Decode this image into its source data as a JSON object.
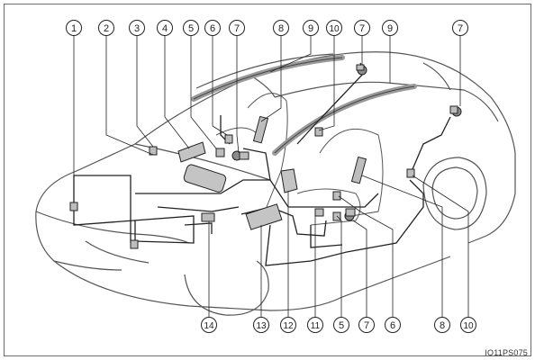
{
  "figure_code": "IO11PS075",
  "colors": {
    "line": "#333333",
    "component_fill": "#bdbdbd",
    "component_dark": "#8c8c8c",
    "body_outline": "#555555",
    "frame": "#6a6a6a"
  },
  "callouts": {
    "top": [
      "1",
      "2",
      "3",
      "4",
      "5",
      "6",
      "7",
      "8",
      "9",
      "10",
      "7",
      "9",
      "7"
    ],
    "bottom": [
      "14",
      "13",
      "12",
      "11",
      "5",
      "7",
      "6",
      "8",
      "10"
    ]
  },
  "component_icons": [
    "front-impact-sensor-left-icon",
    "front-impact-sensor-right-icon",
    "airbag-ecu-icon",
    "steering-wheel-airbag-icon",
    "passenger-airbag-icon",
    "knee-airbag-driver-icon",
    "knee-airbag-passenger-icon",
    "front-side-airbag-left-icon",
    "front-side-airbag-right-icon",
    "curtain-airbag-left-icon",
    "curtain-airbag-right-icon",
    "pretensioner-icon",
    "side-impact-sensor-icon",
    "seat-position-sensor-icon"
  ]
}
